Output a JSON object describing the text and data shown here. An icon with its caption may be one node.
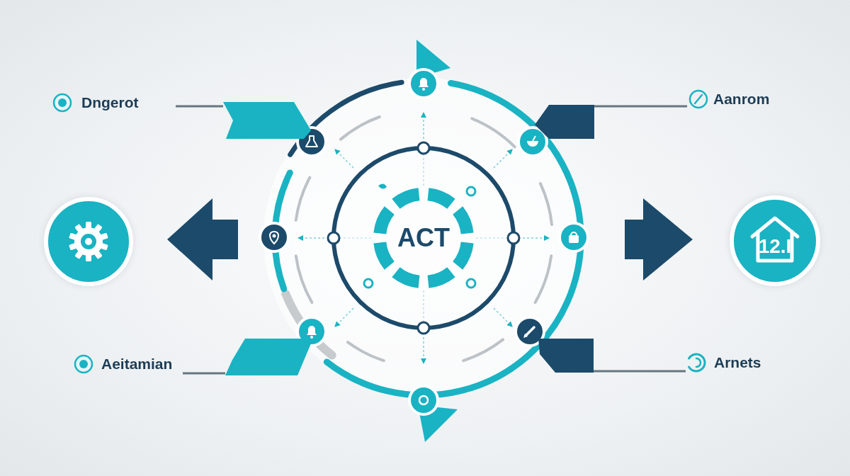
{
  "diagram": {
    "nodes": [
      {
        "text": [
          "ACT"
        ]
      },
      {
        "text": [
          "Dngerot"
        ]
      },
      {
        "text": [
          "Aanrom"
        ]
      },
      {
        "text": [
          "Aeitamian"
        ]
      },
      {
        "text": [
          "Arnets"
        ]
      },
      {
        "text": [],
        "shape": "tag"
      },
      {
        "text": [],
        "shape": "tag"
      },
      {
        "text": [],
        "shape": "tag"
      },
      {
        "text": [],
        "shape": "tag"
      },
      {
        "text": [],
        "shape": "arrow"
      },
      {
        "text": [],
        "shape": "arrow"
      },
      {
        "text": [],
        "shape": "circle"
      },
      {
        "text": [
          "12.I"
        ]
      }
    ],
    "edges": [
      {
        "from": 5,
        "to": 1,
        "arrow": "none"
      },
      {
        "from": 6,
        "to": 2,
        "arrow": "none"
      },
      {
        "from": 7,
        "to": 3,
        "arrow": "none"
      },
      {
        "from": 8,
        "to": 4,
        "arrow": "none"
      }
    ]
  }
}
